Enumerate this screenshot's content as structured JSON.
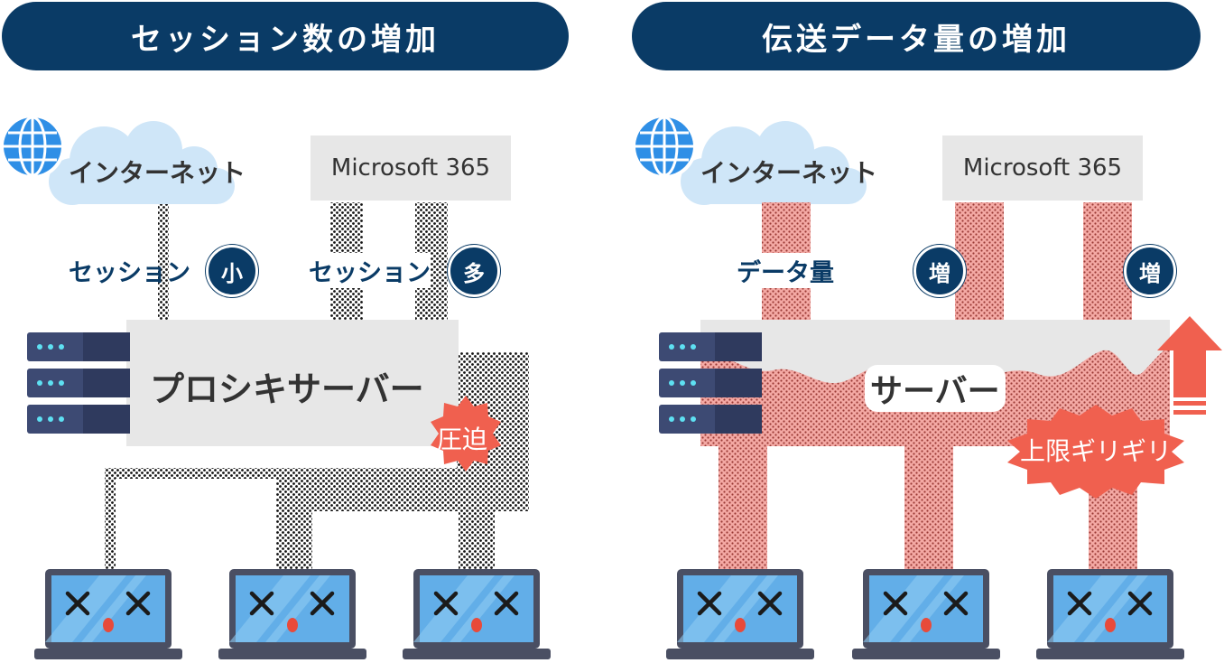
{
  "left_panel": {
    "title": "セッション数の増加",
    "internet_label": "インターネット",
    "ms365_label": "Microsoft 365",
    "session_label_1": "セッション",
    "session_badge_1": "小",
    "session_label_2": "セッション",
    "session_badge_2": "多",
    "proxy_label": "プロシキサーバー",
    "pressure_label": "圧迫"
  },
  "right_panel": {
    "title": "伝送データ量の増加",
    "internet_label": "インターネット",
    "ms365_label": "Microsoft 365",
    "data_label": "データ量",
    "increase_badge_1": "増",
    "increase_badge_2": "増",
    "server_label": "サーバー",
    "limit_label": "上限ギリギリ"
  },
  "colors": {
    "navy": "#0a3b66",
    "box_gray": "#e7e7e7",
    "data_pink": "#f4a9a4",
    "alert_red": "#f0604f",
    "cloud_blue": "#cfe6f8"
  }
}
